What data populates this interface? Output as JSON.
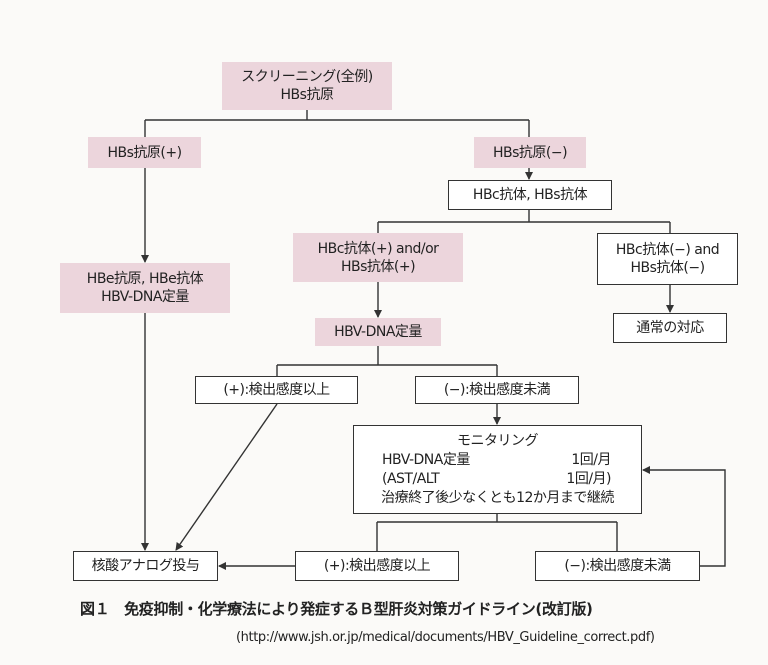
{
  "nodes": {
    "screening_line1": "スクリーニング(全例)",
    "screening_line2": "HBs抗原",
    "hbs_pos": "HBs抗原(+)",
    "hbs_neg": "HBs抗原(−)",
    "hbc_hbs_ab": "HBc抗体, HBs抗体",
    "ab_pos_line1": "HBc抗体(+) and/or",
    "ab_pos_line2": "HBs抗体(+)",
    "ab_neg_line1": "HBc抗体(−) and",
    "ab_neg_line2": "HBs抗体(−)",
    "hbe_line1": "HBe抗原, HBe抗体",
    "hbe_line2": "HBV-DNA定量",
    "hbv_dna": "HBV-DNA定量",
    "usual": "通常の対応",
    "detect_pos": "(+):検出感度以上",
    "detect_neg": "(−):検出感度未満",
    "monitoring": {
      "title": "モニタリング",
      "row1_label": "HBV-DNA定量",
      "row1_freq": "1回/月",
      "row2_label": "(AST/ALT",
      "row2_freq": "1回/月)",
      "note": "治療終了後少なくとも12か月まで継続"
    },
    "nucleoside": "核酸アナログ投与",
    "detect_pos_2": "(+):検出感度以上",
    "detect_neg_2": "(−):検出感度未満"
  },
  "caption": "図１　免疫抑制・化学療法により発症するＢ型肝炎対策ガイドライン(改訂版)",
  "source_url": "(http://www.jsh.or.jp/medical/documents/HBV_Guideline_correct.pdf)",
  "colors": {
    "pink": "#ecd5dc",
    "line": "#333333"
  }
}
